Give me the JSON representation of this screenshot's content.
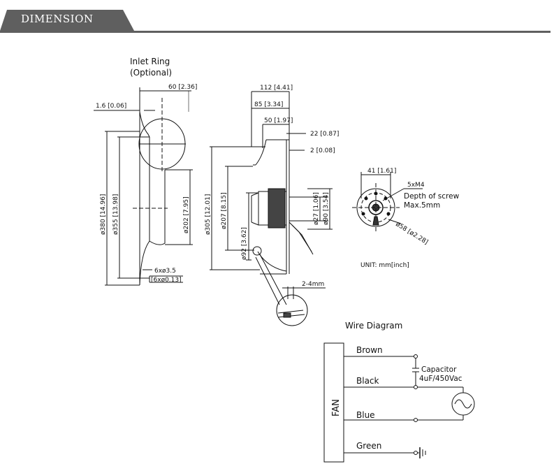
{
  "header": {
    "title": "DIMENSION"
  },
  "inlet": {
    "title_line1": "Inlet Ring",
    "title_line2": "(Optional)",
    "dim_60": "60 [2.36]",
    "dim_1_6": "1.6 [0.06]",
    "dim_380": "ø380 [14.96]",
    "dim_355": "ø355 [13.98]",
    "dim_202": "ø202 [7.95]",
    "holes_1": "6xø3.5",
    "holes_2": "[6xø0.13]"
  },
  "side": {
    "dim_112": "112 [4.41]",
    "dim_85": "85 [3.34]",
    "dim_50": "50 [1.97]",
    "dim_22": "22 [0.87]",
    "dim_2": "2 [0.08]",
    "dim_305": "ø305 [12.01]",
    "dim_207": "ø207 [8.15]",
    "dim_92": "ø92 [3.62]",
    "dim_27": "ø27 [1.06]",
    "dim_90": "ø90 [3.54]",
    "detail_gap": "2-4mm"
  },
  "front": {
    "dim_41": "41 [1.61]",
    "screw_1": "5xM4",
    "screw_2": "Depth of screw",
    "screw_3": "Max.5mm",
    "dim_58": "ø58 [ø2.28]",
    "unit": "UNIT: mm[inch]"
  },
  "wiring": {
    "title": "Wire Diagram",
    "fan_label": "FAN",
    "wire_1": "Brown",
    "wire_2": "Black",
    "wire_3": "Blue",
    "wire_4": "Green",
    "capacitor_1": "Capacitor",
    "capacitor_2": "4uF/450Vac"
  }
}
